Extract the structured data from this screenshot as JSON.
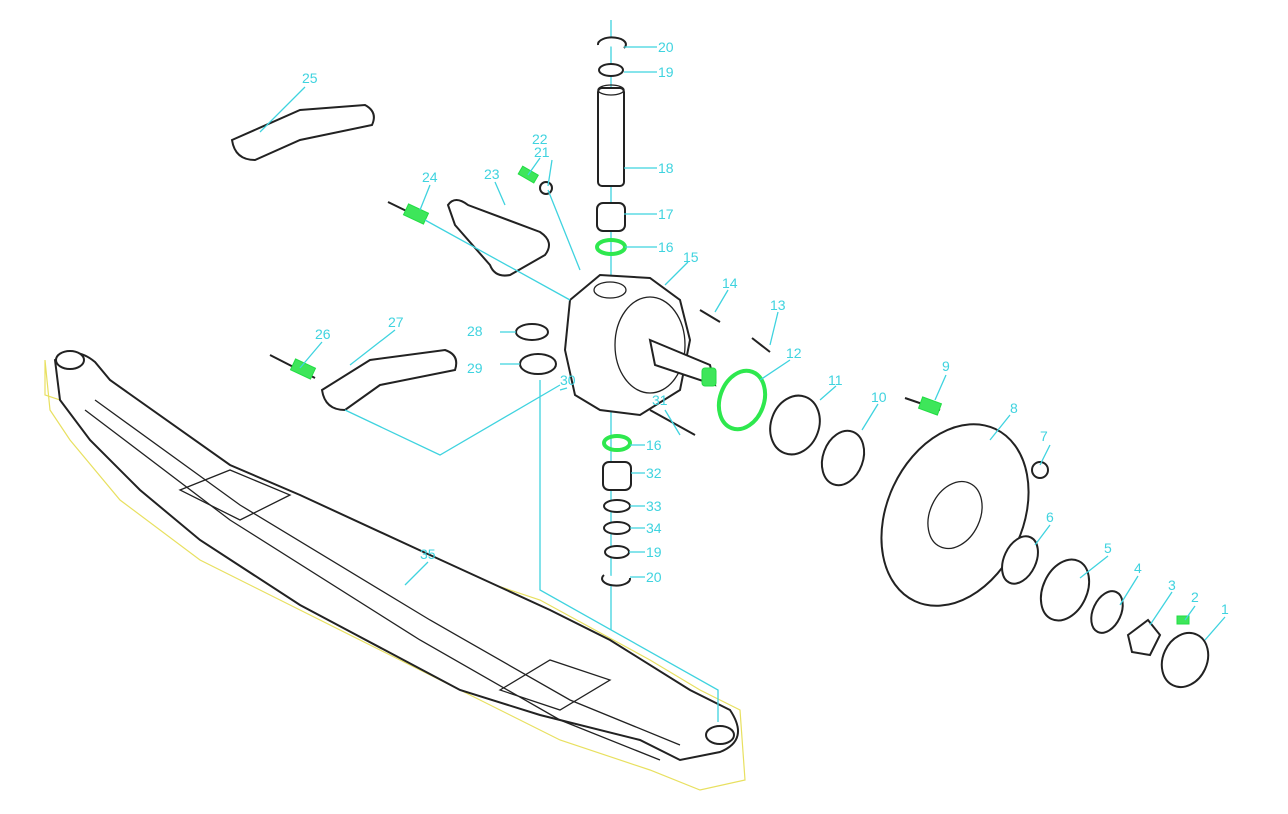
{
  "title": "Front axle exploded parts diagram",
  "callouts": {
    "p1": "1",
    "p2": "2",
    "p3": "3",
    "p4": "4",
    "p5": "5",
    "p6": "6",
    "p7": "7",
    "p8": "8",
    "p9": "9",
    "p10": "10",
    "p11": "11",
    "p12": "12",
    "p13": "13",
    "p14": "14",
    "p15": "15",
    "p16": "16",
    "p17": "17",
    "p18": "18",
    "p19": "19",
    "p20": "20",
    "p21": "21",
    "p22": "22",
    "p23": "23",
    "p24": "24",
    "p25": "25",
    "p26": "26",
    "p27": "27",
    "p28": "28",
    "p29": "29",
    "p30": "30",
    "p31": "31",
    "p16b": "16",
    "p32": "32",
    "p33": "33",
    "p34": "34",
    "p19b": "19",
    "p20b": "20",
    "p35": "35"
  },
  "colors": {
    "callout": "#3fd3df",
    "highlight": "#3ee65a",
    "outline": "#e8e060"
  }
}
